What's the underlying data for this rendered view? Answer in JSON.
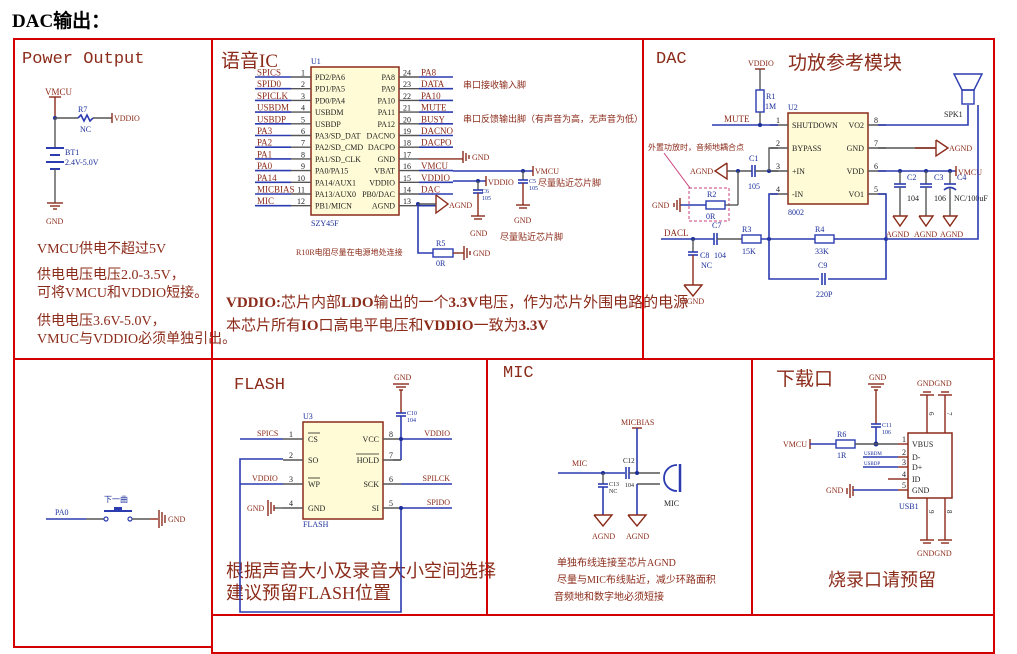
{
  "heading": "DAC输出：",
  "power_output": {
    "title": "Power Output",
    "net_vmcu": "VMCU",
    "r7_ref": "R7",
    "r7_value": "NC",
    "net_vddio": "VDDIO",
    "bt1_ref": "BT1",
    "bt1_value": "2.4V-5.0V",
    "net_gnd": "GND",
    "notes": [
      "VMCU供电不超过5V",
      "供电电压电压2.0-3.5V，",
      "可将VMCU和VDDIO短接。",
      "供电电压3.6V-5.0V，",
      "VMUC与VDDIO必须单独引出。"
    ]
  },
  "voice_ic": {
    "title": "语音IC",
    "ref": "U1",
    "part": "SZY45F",
    "left_pins": [
      {
        "net": "SPICS",
        "num": "1",
        "name": "PD2/PA6"
      },
      {
        "net": "SPID0",
        "num": "2",
        "name": "PD1/PA5"
      },
      {
        "net": "SPICLK",
        "num": "3",
        "name": "PD0/PA4"
      },
      {
        "net": "USBDM",
        "num": "4",
        "name": "USBDM"
      },
      {
        "net": "USBDP",
        "num": "5",
        "name": "USBDP"
      },
      {
        "net": "PA3",
        "num": "6",
        "name": "PA3/SD_DAT"
      },
      {
        "net": "PA2",
        "num": "7",
        "name": "PA2/SD_CMD"
      },
      {
        "net": "PA1",
        "num": "8",
        "name": "PA1/SD_CLK"
      },
      {
        "net": "PA0",
        "num": "9",
        "name": "PA0/PA15"
      },
      {
        "net": "PA14",
        "num": "10",
        "name": "PA14/AUX1"
      },
      {
        "net": "MICBIAS",
        "num": "11",
        "name": "PA13/AUX0"
      },
      {
        "net": "MIC",
        "num": "12",
        "name": "PB1/MICN"
      }
    ],
    "right_pins": [
      {
        "net": "PA8",
        "num": "24",
        "name": "PA8"
      },
      {
        "net": "DATA",
        "num": "23",
        "name": "PA9"
      },
      {
        "net": "PA10",
        "num": "22",
        "name": "PA10"
      },
      {
        "net": "MUTE",
        "num": "21",
        "name": "PA11"
      },
      {
        "net": "BUSY",
        "num": "20",
        "name": "PA12"
      },
      {
        "net": "DACNO",
        "num": "19",
        "name": "DACNO"
      },
      {
        "net": "DACPO",
        "num": "18",
        "name": "DACPO"
      },
      {
        "net": "",
        "num": "17",
        "name": "GND"
      },
      {
        "net": "VMCU",
        "num": "16",
        "name": "VBAT"
      },
      {
        "net": "VDDIO",
        "num": "15",
        "name": "VDDIO"
      },
      {
        "net": "DAC",
        "num": "14",
        "name": "PB0/DAC"
      },
      {
        "net": "",
        "num": "13",
        "name": "AGND"
      }
    ],
    "annot_uart_rx": "串口接收输入脚",
    "annot_uart_tx": "串口反馈输出脚（有声音为高，无声音为低）",
    "gnd_label": "GND",
    "agnd_label": "AGND",
    "vmcu_label": "VMCU",
    "vddio_label": "VDDIO",
    "c5_ref": "C5",
    "c5_value": "105",
    "c6_ref": "C6",
    "c6_value": "105",
    "near_pin_1": "尽量贴近芯片脚",
    "near_pin_2": "尽量贴近芯片脚",
    "r5_ref": "R5",
    "r5_value": "0R",
    "r5_note": "R10R电阻尽量在电源地处连接",
    "note_line1_bold1": "VDDIO:",
    "note_line1_text1": "芯片内部",
    "note_line1_bold2": "LDO",
    "note_line1_text2": "输出的一个",
    "note_line1_bold3": "3.3V",
    "note_line1_text3": "电压，作为芯片外围电路的电源",
    "note_line2_text1": "本芯片所有",
    "note_line2_bold1": "IO",
    "note_line2_text2": "口高电平电压和",
    "note_line2_bold2": "VDDIO",
    "note_line2_text3": "一致为",
    "note_line2_bold3": "3.3V"
  },
  "dac": {
    "title": "DAC",
    "subtitle": "功放参考模块",
    "ref": "U2",
    "part": "8002",
    "left_pins": [
      {
        "num": "1",
        "name": "SHUTDOWN"
      },
      {
        "num": "2",
        "name": "BYPASS"
      },
      {
        "num": "3",
        "name": "+IN"
      },
      {
        "num": "4",
        "name": "-IN"
      }
    ],
    "right_pins": [
      {
        "num": "8",
        "name": "VO2"
      },
      {
        "num": "7",
        "name": "GND"
      },
      {
        "num": "6",
        "name": "VDD"
      },
      {
        "num": "5",
        "name": "VO1"
      }
    ],
    "vddio": "VDDIO",
    "r1_ref": "R1",
    "r1_value": "1M",
    "mute": "MUTE",
    "ext_amp_note": "外置功放时，音频地耦合点",
    "agnd": "AGND",
    "c1_ref": "C1",
    "c1_value": "105",
    "gnd": "GND",
    "r2_ref": "R2",
    "r2_value": "0R",
    "dacl": "DACL",
    "c7_ref": "C7",
    "c7_value": "104",
    "r3_ref": "R3",
    "r3_value": "15K",
    "r4_ref": "R4",
    "r4_value": "33K",
    "c8_ref": "C8",
    "c8_value": "NC",
    "c9_ref": "C9",
    "c9_value": "220P",
    "spk": "SPK1",
    "vmcu": "VMCU",
    "c2_ref": "C2",
    "c2_value": "104",
    "c3_ref": "C3",
    "c3_value": "106",
    "c4_ref": "C4",
    "c4_value": "NC/100uF"
  },
  "button": {
    "net": "PA0",
    "label": "下一曲",
    "gnd": "GND"
  },
  "flash": {
    "title": "FLASH",
    "ref": "U3",
    "part": "FLASH",
    "left_pins": [
      {
        "net": "SPICS",
        "num": "1",
        "name": "CS"
      },
      {
        "net": "",
        "num": "2",
        "name": "SO"
      },
      {
        "net": "VDDIO",
        "num": "3",
        "name": "WP"
      },
      {
        "net": "GND",
        "num": "4",
        "name": "GND"
      }
    ],
    "right_pins": [
      {
        "net": "VDDIO",
        "num": "8",
        "name": "VCC"
      },
      {
        "net": "",
        "num": "7",
        "name": "HOLD"
      },
      {
        "net": "SPILCK",
        "num": "6",
        "name": "SCK"
      },
      {
        "net": "SPIDO",
        "num": "5",
        "name": "SI"
      }
    ],
    "gnd": "GND",
    "c10_ref": "C10",
    "c10_value": "104",
    "note_line1": "根据声音大小及录音大小空间选择",
    "note_line2": "建议预留FLASH位置"
  },
  "mic": {
    "title": "MIC",
    "micbias": "MICBIAS",
    "net": "MIC",
    "c12_ref": "C12",
    "c12_value": "104",
    "c13_ref": "C13",
    "c13_value": "NC",
    "mic_label": "MIC",
    "agnd": "AGND",
    "notes": [
      "单独布线连接至芯片AGND",
      "尽量与MIC布线贴近，减少环路面积",
      "音频地和数字地必须短接"
    ]
  },
  "download": {
    "title": "下载口",
    "gnd": "GND",
    "c11_ref": "C11",
    "c11_value": "106",
    "vmcu": "VMCU",
    "r6_ref": "R6",
    "r6_value": "1R",
    "usbdm": "USBDM",
    "usbdp": "USBDP",
    "ref": "USB1",
    "pins": [
      {
        "num": "1",
        "name": "VBUS"
      },
      {
        "num": "2",
        "name": "D-"
      },
      {
        "num": "3",
        "name": "D+"
      },
      {
        "num": "4",
        "name": "ID"
      },
      {
        "num": "5",
        "name": "GND"
      }
    ],
    "shell_top": [
      "6",
      "7"
    ],
    "shell_bottom": [
      "9",
      "8"
    ],
    "gnd_top": "GNDGND",
    "gnd_bottom": "GNDGND",
    "note": "烧录口请预留"
  }
}
